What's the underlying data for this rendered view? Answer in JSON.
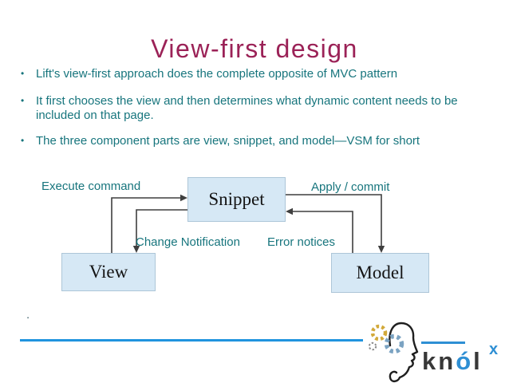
{
  "slide": {
    "title": "View-first design",
    "bullets": [
      "Lift's view-first approach does the complete opposite of MVC pattern",
      "It first chooses the view and then determines what dynamic content needs to be included on that page.",
      "The three component parts are view, snippet, and model—VSM for short"
    ],
    "colors": {
      "title": "#9b2257",
      "body_text": "#17757d",
      "background": "#ffffff"
    }
  },
  "diagram": {
    "nodes": [
      {
        "id": "snippet",
        "label": "Snippet"
      },
      {
        "id": "view",
        "label": "View"
      },
      {
        "id": "model",
        "label": "Model"
      }
    ],
    "edges": [
      {
        "from": "View",
        "to": "Snippet",
        "label": "Execute command"
      },
      {
        "from": "Snippet",
        "to": "Model",
        "label": "Apply / commit"
      },
      {
        "from": "Snippet",
        "to": "View",
        "label": "Change Notification"
      },
      {
        "from": "Model",
        "to": "Snippet",
        "label": "Error notices"
      }
    ],
    "colors": {
      "node_fill": "#d6e8f5",
      "node_border": "#adc6d8",
      "arrow": "#3f3f3f",
      "label_text": "#17757d"
    }
  },
  "footer": {
    "stray_text": ".",
    "rule_color": "#2094de",
    "logo": {
      "word_kn": "kn",
      "word_o_accent": "ó",
      "word_l": "l",
      "superscript": "x",
      "icon": "head-with-gears",
      "colors": {
        "blue": "#2e8fd4",
        "dark": "#383838",
        "gear_yellow": "#d2a93a",
        "gear_blue": "#7ba3c2",
        "gear_gray": "#8a8a8a"
      }
    }
  }
}
